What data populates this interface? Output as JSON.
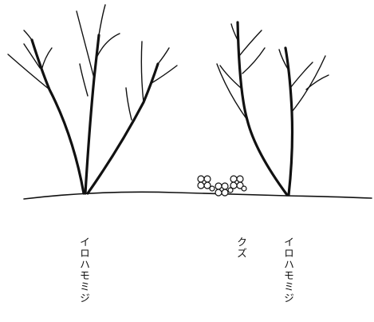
{
  "labels": {
    "left_tree": "イロハモミジ",
    "kuzu": "クズ",
    "right_tree": "イロハモミジ"
  },
  "colors": {
    "ink": "#111111",
    "background": "#ffffff"
  }
}
